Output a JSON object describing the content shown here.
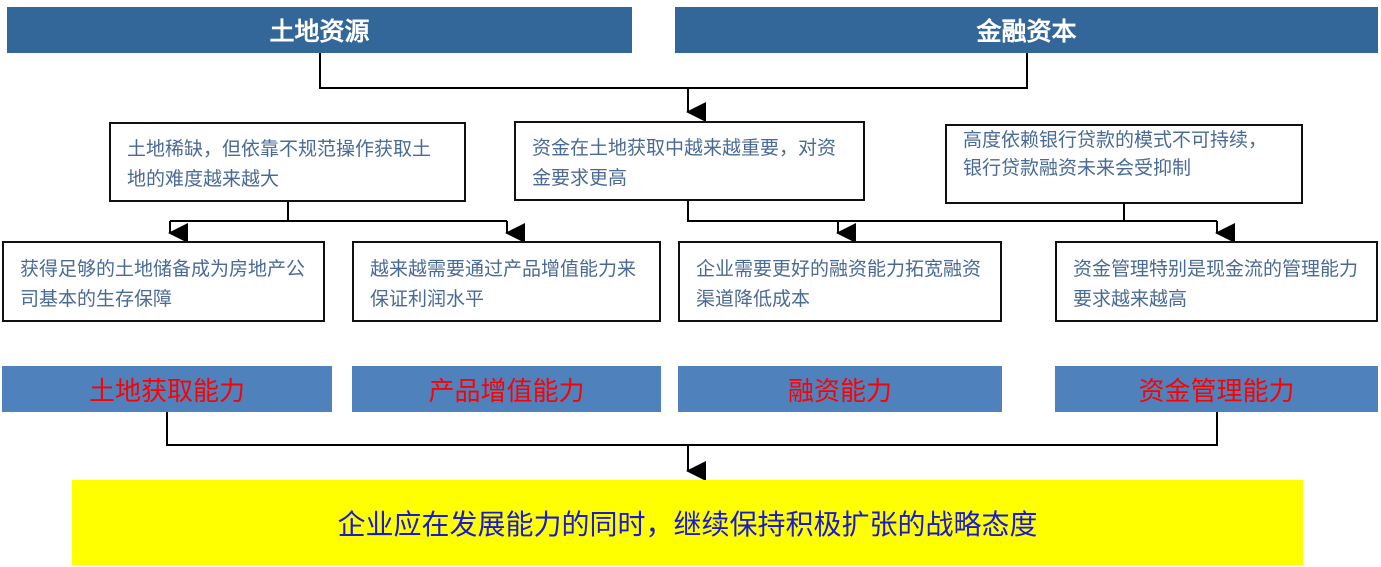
{
  "sources": [
    "土地资源",
    "金融资本"
  ],
  "challenges": [
    "土地稀缺，但依靠不规范操作获取土地的难度越来越大",
    "资金在土地获取中越来越重要，对资金要求更高",
    "高度依赖银行贷款的模式不可持续，银行贷款融资未来会受抑制"
  ],
  "needs": [
    "获得足够的土地储备成为房地产公司基本的生存保障",
    "越来越需要通过产品增值能力来保证利润水平",
    "企业需要更好的融资能力拓宽融资渠道降低成本",
    "资金管理特别是现金流的管理能力要求越来越高"
  ],
  "capabilities": [
    "土地获取能力",
    "产品增值能力",
    "融资能力",
    "资金管理能力"
  ],
  "conclusion": "企业应在发展能力的同时，继续保持积极扩张的战略态度"
}
